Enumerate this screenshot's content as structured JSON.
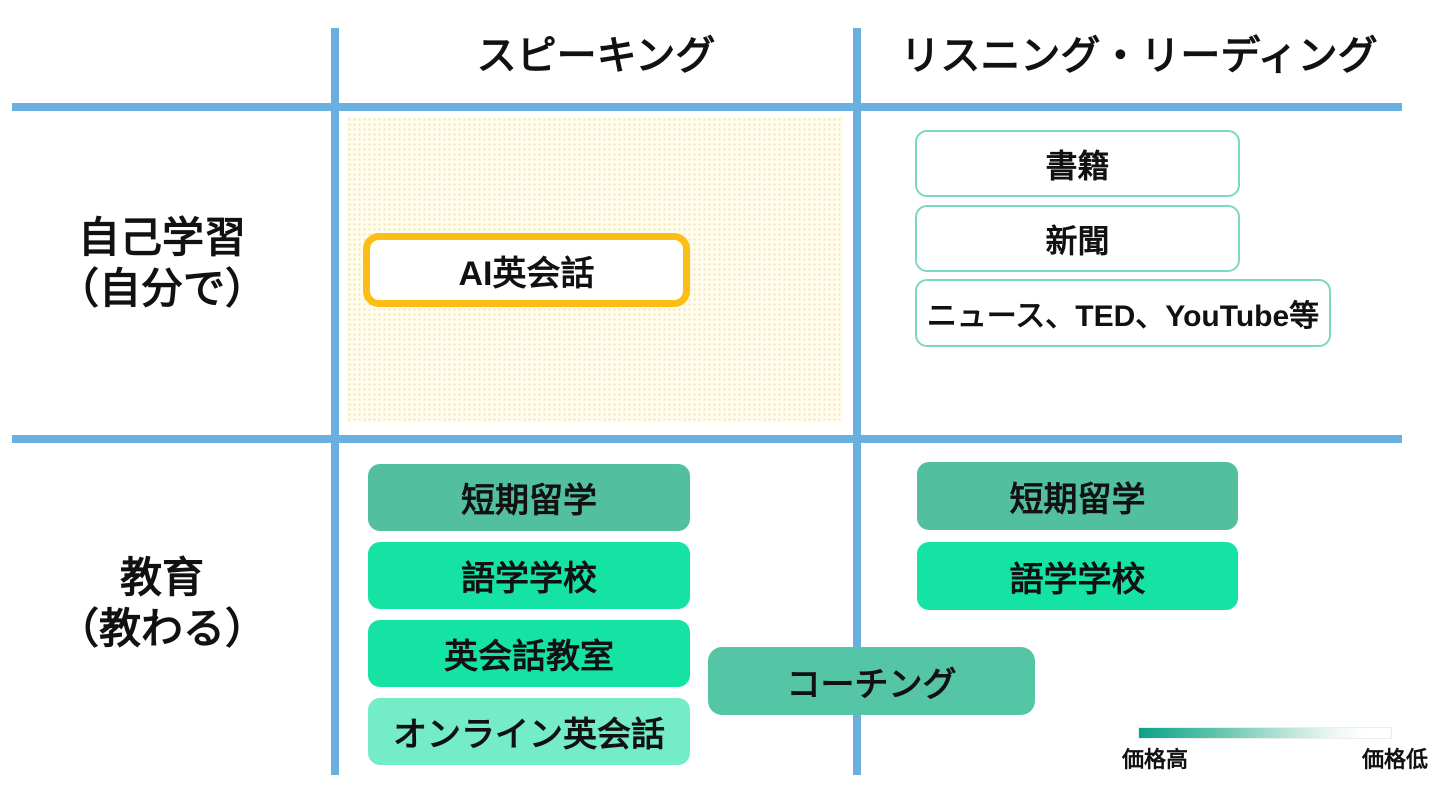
{
  "headers": {
    "columns": [
      "スピーキング",
      "リスニング・リーディング"
    ],
    "rows": [
      {
        "line1": "自己学習",
        "line2": "（自分で）"
      },
      {
        "line1": "教育",
        "line2": "（教わる）"
      }
    ]
  },
  "quadrants": {
    "self_speaking": {
      "item": "AI英会話",
      "highlight_border_color": "#fcbe14",
      "area_fill_color": "#fdf6d9"
    },
    "self_listening": {
      "items": [
        "書籍",
        "新聞",
        "ニュース、TED、YouTube等"
      ],
      "box_border_color": "#7cd7c4"
    },
    "edu_speaking": {
      "items": [
        {
          "label": "短期留学",
          "color": "#52bf9f"
        },
        {
          "label": "語学学校",
          "color": "#15e3a3"
        },
        {
          "label": "英会話教室",
          "color": "#15e3a3"
        },
        {
          "label": "オンライン英会話",
          "color": "#73ecc7"
        }
      ]
    },
    "edu_listening": {
      "items": [
        {
          "label": "短期留学",
          "color": "#52bf9f"
        },
        {
          "label": "語学学校",
          "color": "#15e3a3"
        }
      ]
    },
    "spanning": {
      "label": "コーチング",
      "color": "#54c5a5"
    }
  },
  "legend": {
    "high_label": "価格高",
    "low_label": "価格低",
    "gradient_start_color": "#0ba287",
    "gradient_end_color": "#ffffff"
  },
  "grid_color": "#69afe0"
}
